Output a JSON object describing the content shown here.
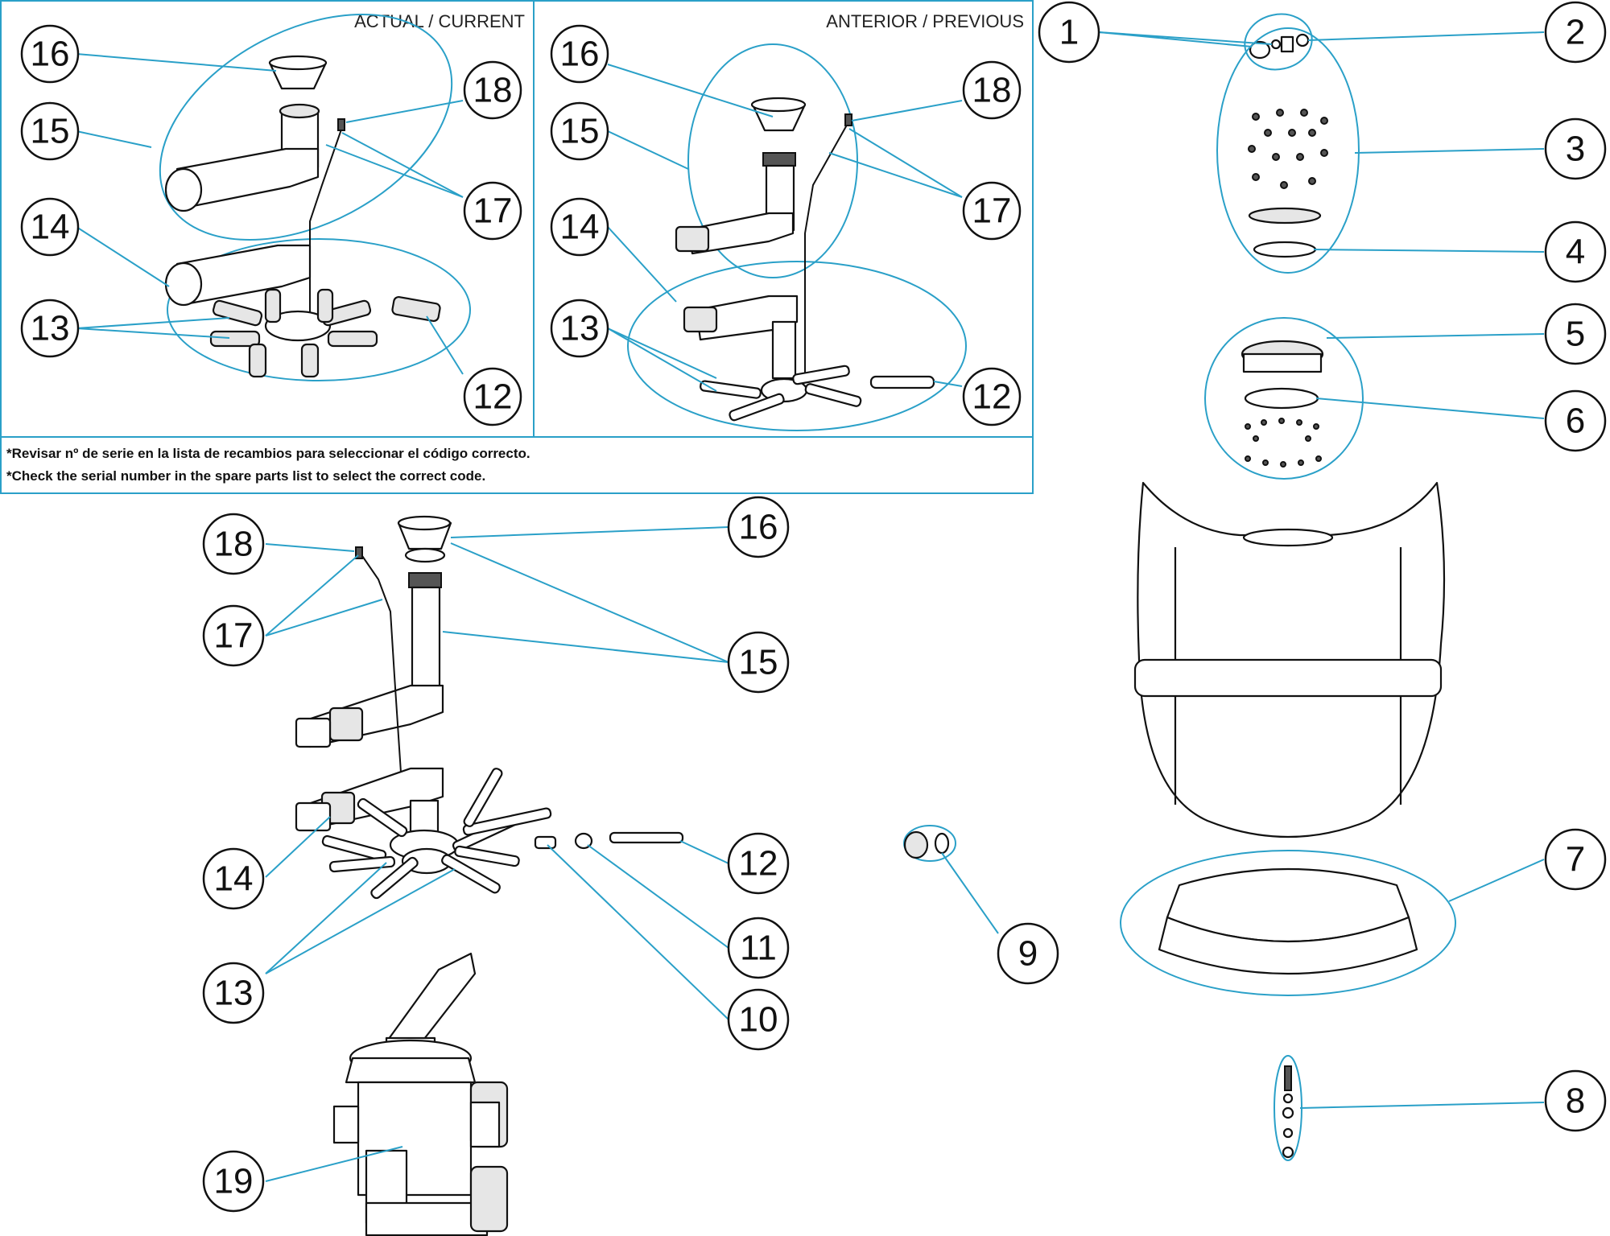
{
  "panels": {
    "current_title": "ACTUAL / CURRENT",
    "previous_title": "ANTERIOR / PREVIOUS"
  },
  "notes": [
    "*Revisar nº de serie en la lista de recambios para seleccionar el código correcto.",
    "*Check the serial number in the spare parts list to select the correct code."
  ],
  "callouts": {
    "c1": "1",
    "c2": "2",
    "c3": "3",
    "c4": "4",
    "c5": "5",
    "c6": "6",
    "c7": "7",
    "c8": "8",
    "c9": "9",
    "c10": "10",
    "c11": "11",
    "c12": "12",
    "c13": "13",
    "c14": "14",
    "c15": "15",
    "c16": "16",
    "c17": "17",
    "c18": "18",
    "c19": "19",
    "p1_16": "16",
    "p1_15": "15",
    "p1_14": "14",
    "p1_13": "13",
    "p1_18": "18",
    "p1_17": "17",
    "p1_12": "12",
    "p2_16": "16",
    "p2_15": "15",
    "p2_14": "14",
    "p2_13": "13",
    "p2_18": "18",
    "p2_17": "17",
    "p2_12": "12"
  },
  "colors": {
    "leader": "#2aa0c8",
    "line": "#111111"
  }
}
